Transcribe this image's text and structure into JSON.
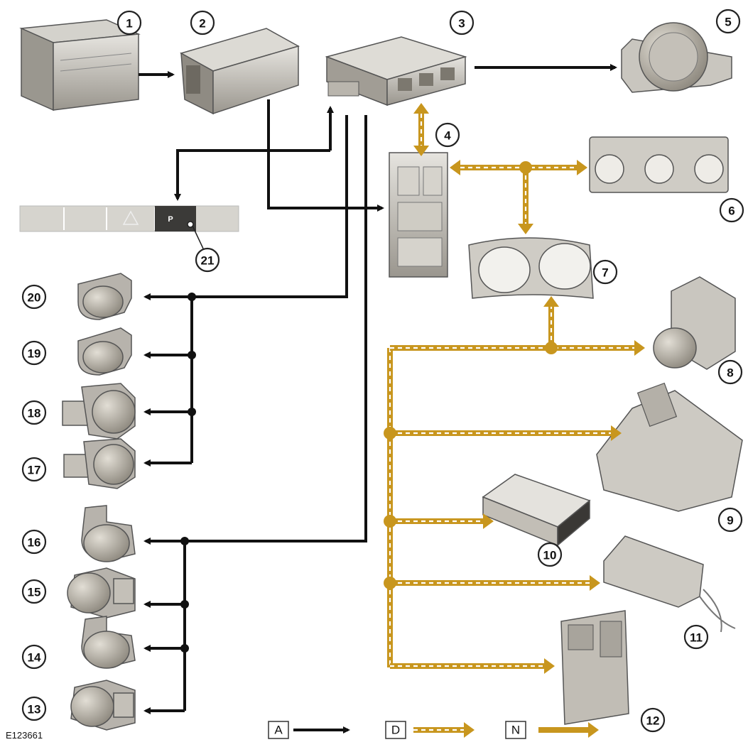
{
  "figure_ref": "E123661",
  "callouts": {
    "c1": "1",
    "c2": "2",
    "c3": "3",
    "c4": "4",
    "c5": "5",
    "c6": "6",
    "c7": "7",
    "c8": "8",
    "c9": "9",
    "c10": "10",
    "c11": "11",
    "c12": "12",
    "c13": "13",
    "c14": "14",
    "c15": "15",
    "c16": "16",
    "c17": "17",
    "c18": "18",
    "c19": "19",
    "c20": "20",
    "c21": "21"
  },
  "legend": {
    "a": "A",
    "d": "D",
    "n": "N"
  },
  "switch_pack": {
    "active_label": "P"
  },
  "colors": {
    "wire": "#111111",
    "bus": "#c8961e",
    "component": "#c9c6bf"
  }
}
